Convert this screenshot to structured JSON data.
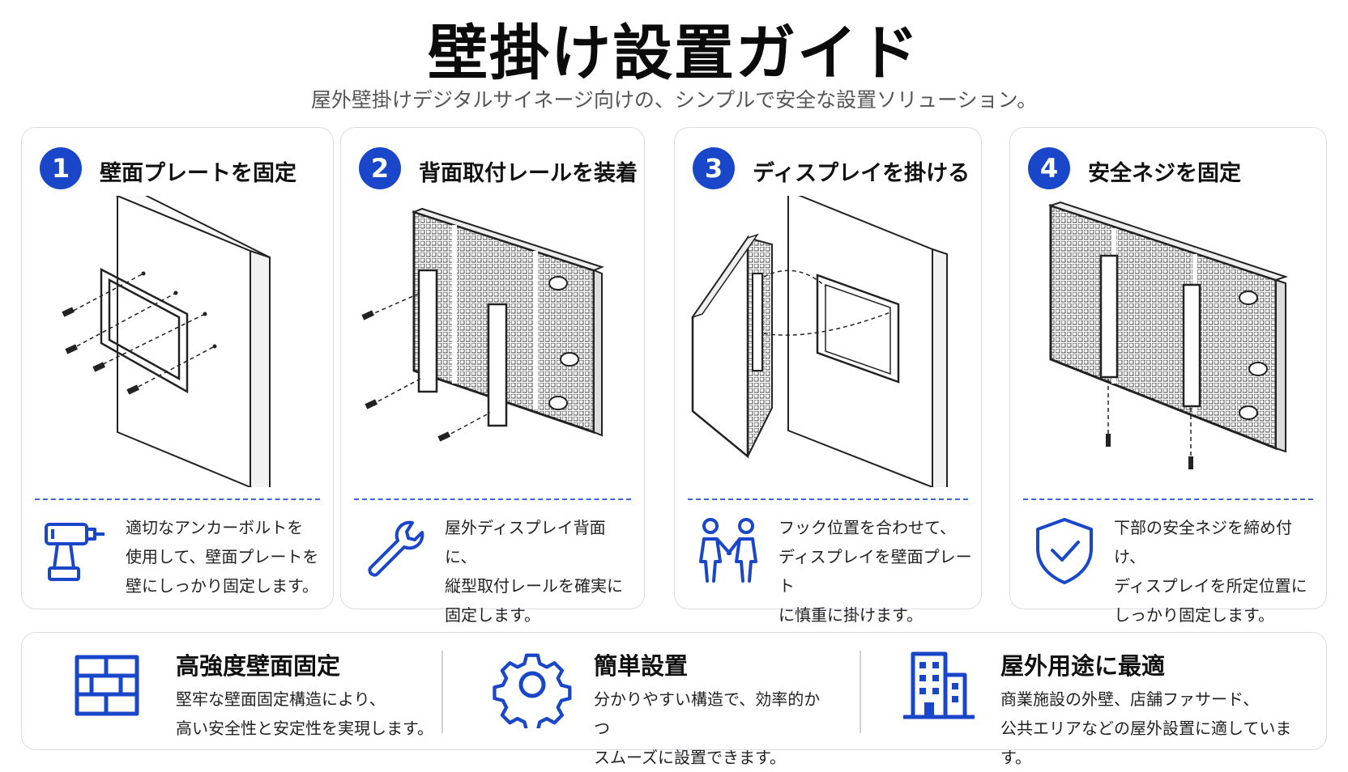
{
  "header": {
    "title": "壁掛け設置ガイド",
    "subtitle": "屋外壁掛けデジタルサイネージ向けの、シンプルで安全な設置ソリューション。"
  },
  "steps": [
    {
      "number": "1",
      "title": "壁面プレートを固定",
      "icon": "drill-icon",
      "description": "適切なアンカーボルトを\n使用して、壁面プレートを\n壁にしっかり固定します。"
    },
    {
      "number": "2",
      "title": "背面取付レールを装着",
      "icon": "wrench-icon",
      "description": "屋外ディスプレイ背面に、\n縦型取付レールを確実に\n固定します。"
    },
    {
      "number": "3",
      "title": "ディスプレイを掛ける",
      "icon": "two-people-icon",
      "description": "フック位置を合わせて、\nディスプレイを壁面プレート\nに慎重に掛けます。"
    },
    {
      "number": "4",
      "title": "安全ネジを固定",
      "icon": "shield-check-icon",
      "description": "下部の安全ネジを締め付け、\nディスプレイを所定位置に\nしっかり固定します。"
    }
  ],
  "features": [
    {
      "title": "高強度壁面固定",
      "icon": "brick-wall-icon",
      "description": "堅牢な壁面固定構造により、\n高い安全性と安定性を実現します。"
    },
    {
      "title": "簡単設置",
      "icon": "gear-icon",
      "description": "分かりやすい構造で、効率的かつ\nスムーズに設置できます。"
    },
    {
      "title": "屋外用途に最適",
      "icon": "building-icon",
      "description": "商業施設の外壁、店舗ファサード、\n公共エリアなどの屋外設置に適しています。"
    }
  ],
  "colors": {
    "accent": "#1a47c9",
    "border": "#d9dde3",
    "text": "#111111"
  }
}
